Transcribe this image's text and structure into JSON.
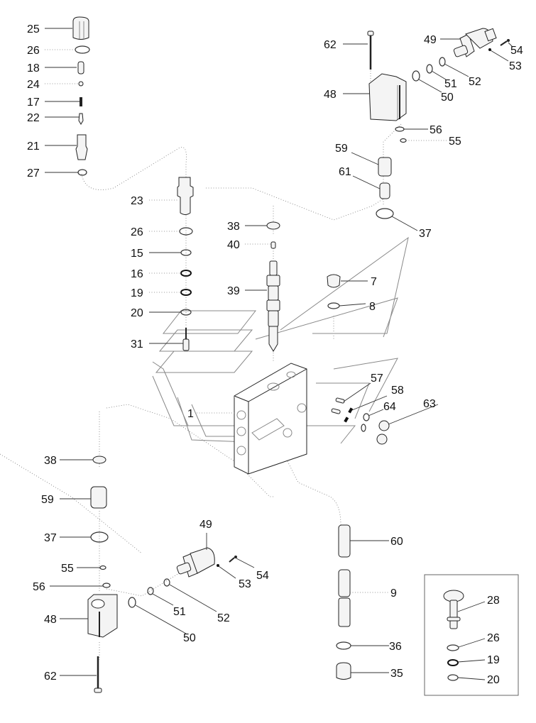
{
  "diagram": {
    "type": "exploded-parts-view",
    "subject": "hydraulic control valve section",
    "callouts": [
      {
        "id": "c25a",
        "label": "25",
        "part": "cap"
      },
      {
        "id": "c26a",
        "label": "26",
        "part": "o-ring"
      },
      {
        "id": "c18",
        "label": "18",
        "part": "spring"
      },
      {
        "id": "c24",
        "label": "24",
        "part": "nut"
      },
      {
        "id": "c17",
        "label": "17",
        "part": "spring"
      },
      {
        "id": "c22",
        "label": "22",
        "part": "poppet"
      },
      {
        "id": "c21",
        "label": "21",
        "part": "cartridge-body"
      },
      {
        "id": "c27",
        "label": "27",
        "part": "o-ring"
      },
      {
        "id": "c23",
        "label": "23",
        "part": "relief-cartridge"
      },
      {
        "id": "c26b",
        "label": "26",
        "part": "o-ring"
      },
      {
        "id": "c15",
        "label": "15",
        "part": "o-ring"
      },
      {
        "id": "c16",
        "label": "16",
        "part": "o-ring"
      },
      {
        "id": "c19a",
        "label": "19",
        "part": "o-ring"
      },
      {
        "id": "c20a",
        "label": "20",
        "part": "o-ring"
      },
      {
        "id": "c31",
        "label": "31",
        "part": "pin"
      },
      {
        "id": "c38a",
        "label": "38",
        "part": "washer"
      },
      {
        "id": "c40",
        "label": "40",
        "part": "nut"
      },
      {
        "id": "c39",
        "label": "39",
        "part": "spool"
      },
      {
        "id": "c7",
        "label": "7",
        "part": "plug"
      },
      {
        "id": "c8",
        "label": "8",
        "part": "o-ring"
      },
      {
        "id": "c62a",
        "label": "62",
        "part": "bolt"
      },
      {
        "id": "c48a",
        "label": "48",
        "part": "spool-cap-housing"
      },
      {
        "id": "c49a",
        "label": "49",
        "part": "solenoid"
      },
      {
        "id": "c54a",
        "label": "54",
        "part": "screw"
      },
      {
        "id": "c53a",
        "label": "53",
        "part": "nut"
      },
      {
        "id": "c52a",
        "label": "52",
        "part": "o-ring"
      },
      {
        "id": "c51a",
        "label": "51",
        "part": "o-ring"
      },
      {
        "id": "c50a",
        "label": "50",
        "part": "o-ring"
      },
      {
        "id": "c56a",
        "label": "56",
        "part": "o-ring"
      },
      {
        "id": "c55a",
        "label": "55",
        "part": "o-ring"
      },
      {
        "id": "c59a",
        "label": "59",
        "part": "spring"
      },
      {
        "id": "c61",
        "label": "61",
        "part": "spring"
      },
      {
        "id": "c37a",
        "label": "37",
        "part": "o-ring"
      },
      {
        "id": "c1",
        "label": "1",
        "part": "valve-body"
      },
      {
        "id": "c57",
        "label": "57",
        "part": "dowel-pin"
      },
      {
        "id": "c58",
        "label": "58",
        "part": "set-screw"
      },
      {
        "id": "c64",
        "label": "64",
        "part": "o-ring"
      },
      {
        "id": "c63",
        "label": "63",
        "part": "plug"
      },
      {
        "id": "c38b",
        "label": "38",
        "part": "washer"
      },
      {
        "id": "c59b",
        "label": "59",
        "part": "spring"
      },
      {
        "id": "c37b",
        "label": "37",
        "part": "o-ring"
      },
      {
        "id": "c55b",
        "label": "55",
        "part": "o-ring"
      },
      {
        "id": "c56b",
        "label": "56",
        "part": "o-ring"
      },
      {
        "id": "c48b",
        "label": "48",
        "part": "spool-cap-housing"
      },
      {
        "id": "c62b",
        "label": "62",
        "part": "bolt"
      },
      {
        "id": "c49b",
        "label": "49",
        "part": "solenoid"
      },
      {
        "id": "c54b",
        "label": "54",
        "part": "screw"
      },
      {
        "id": "c53b",
        "label": "53",
        "part": "nut"
      },
      {
        "id": "c52b",
        "label": "52",
        "part": "o-ring"
      },
      {
        "id": "c51b",
        "label": "51",
        "part": "o-ring"
      },
      {
        "id": "c50b",
        "label": "50",
        "part": "o-ring"
      },
      {
        "id": "c60",
        "label": "60",
        "part": "spring"
      },
      {
        "id": "c9",
        "label": "9",
        "part": "check-valve"
      },
      {
        "id": "c36",
        "label": "36",
        "part": "o-ring"
      },
      {
        "id": "c35",
        "label": "35",
        "part": "plug"
      },
      {
        "id": "c28",
        "label": "28",
        "part": "adjuster"
      },
      {
        "id": "c26c",
        "label": "26",
        "part": "o-ring"
      },
      {
        "id": "c19b",
        "label": "19",
        "part": "o-ring"
      },
      {
        "id": "c20b",
        "label": "20",
        "part": "o-ring"
      }
    ],
    "inset_box": {
      "contains": [
        "28",
        "26",
        "19",
        "20"
      ]
    }
  }
}
